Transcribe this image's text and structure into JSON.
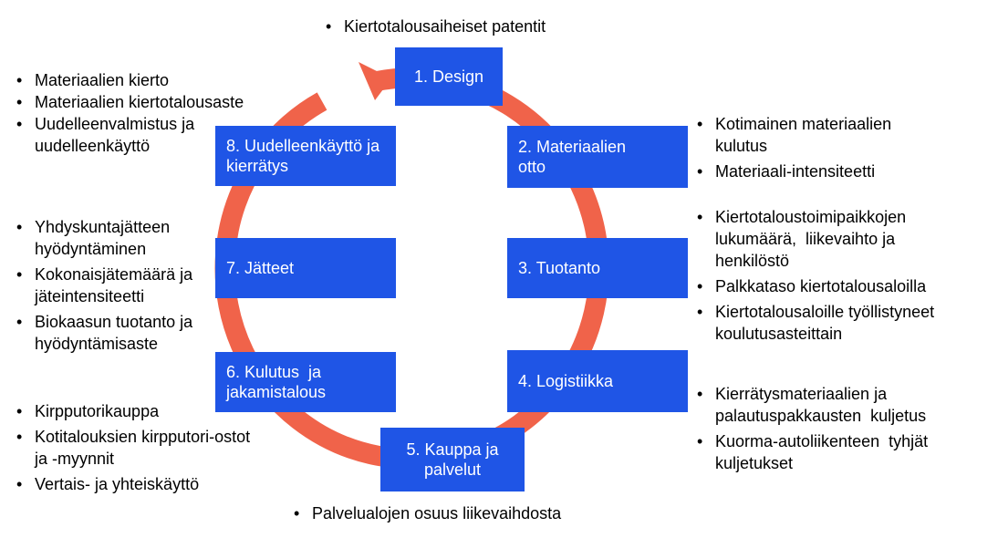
{
  "stages": [
    {
      "label": "1. Design"
    },
    {
      "label": "2. Materiaalien otto"
    },
    {
      "label": "3. Tuotanto"
    },
    {
      "label": "4. Logistiikka"
    },
    {
      "label": "5. Kauppa ja palvelut"
    },
    {
      "label": "6. Kulutus  ja jakamistalous"
    },
    {
      "label": "7. Jätteet"
    },
    {
      "label": "8. Uudelleenkäyttö ja kierrätys"
    }
  ],
  "indicators": {
    "design": [
      "Kiertotalousaiheiset patentit"
    ],
    "materiaalien_otto": [
      "Kotimainen materiaalien kulutus",
      "Materiaali-intensiteetti"
    ],
    "tuotanto": [
      "Kiertotaloustoimipaikkojen lukumäärä,  liikevaihto ja henkilöstö",
      "Palkkataso kiertotalousaloilla",
      "Kiertotalousaloille työllistyneet koulutusasteittain"
    ],
    "logistiikka": [
      "Kierrätysmateriaalien ja palautuspakkausten  kuljetus",
      "Kuorma-autoliikenteen  tyhjät kuljetukset"
    ],
    "kauppa": [
      "Palvelualojen osuus liikevaihdosta"
    ],
    "kulutus": [
      "Kirpputorikauppa",
      "Kotitalouksien kirpputori-ostot ja -myynnit",
      "Vertais- ja yhteiskäyttö"
    ],
    "jatteet": [
      "Yhdyskuntajätteen hyödyntäminen",
      "Kokonaisjätemäärä ja jäteintensiteetti",
      "Biokaasun tuotanto ja hyödyntämisaste"
    ],
    "uudelleenkaytto": [
      "Materiaalien kierto",
      "Materiaalien kiertotalousaste",
      "Uudelleenvalmistus ja uudelleenkäyttö"
    ]
  },
  "colors": {
    "stage_fill": "#1f55e6",
    "cycle_arrow": "#f0634a"
  }
}
